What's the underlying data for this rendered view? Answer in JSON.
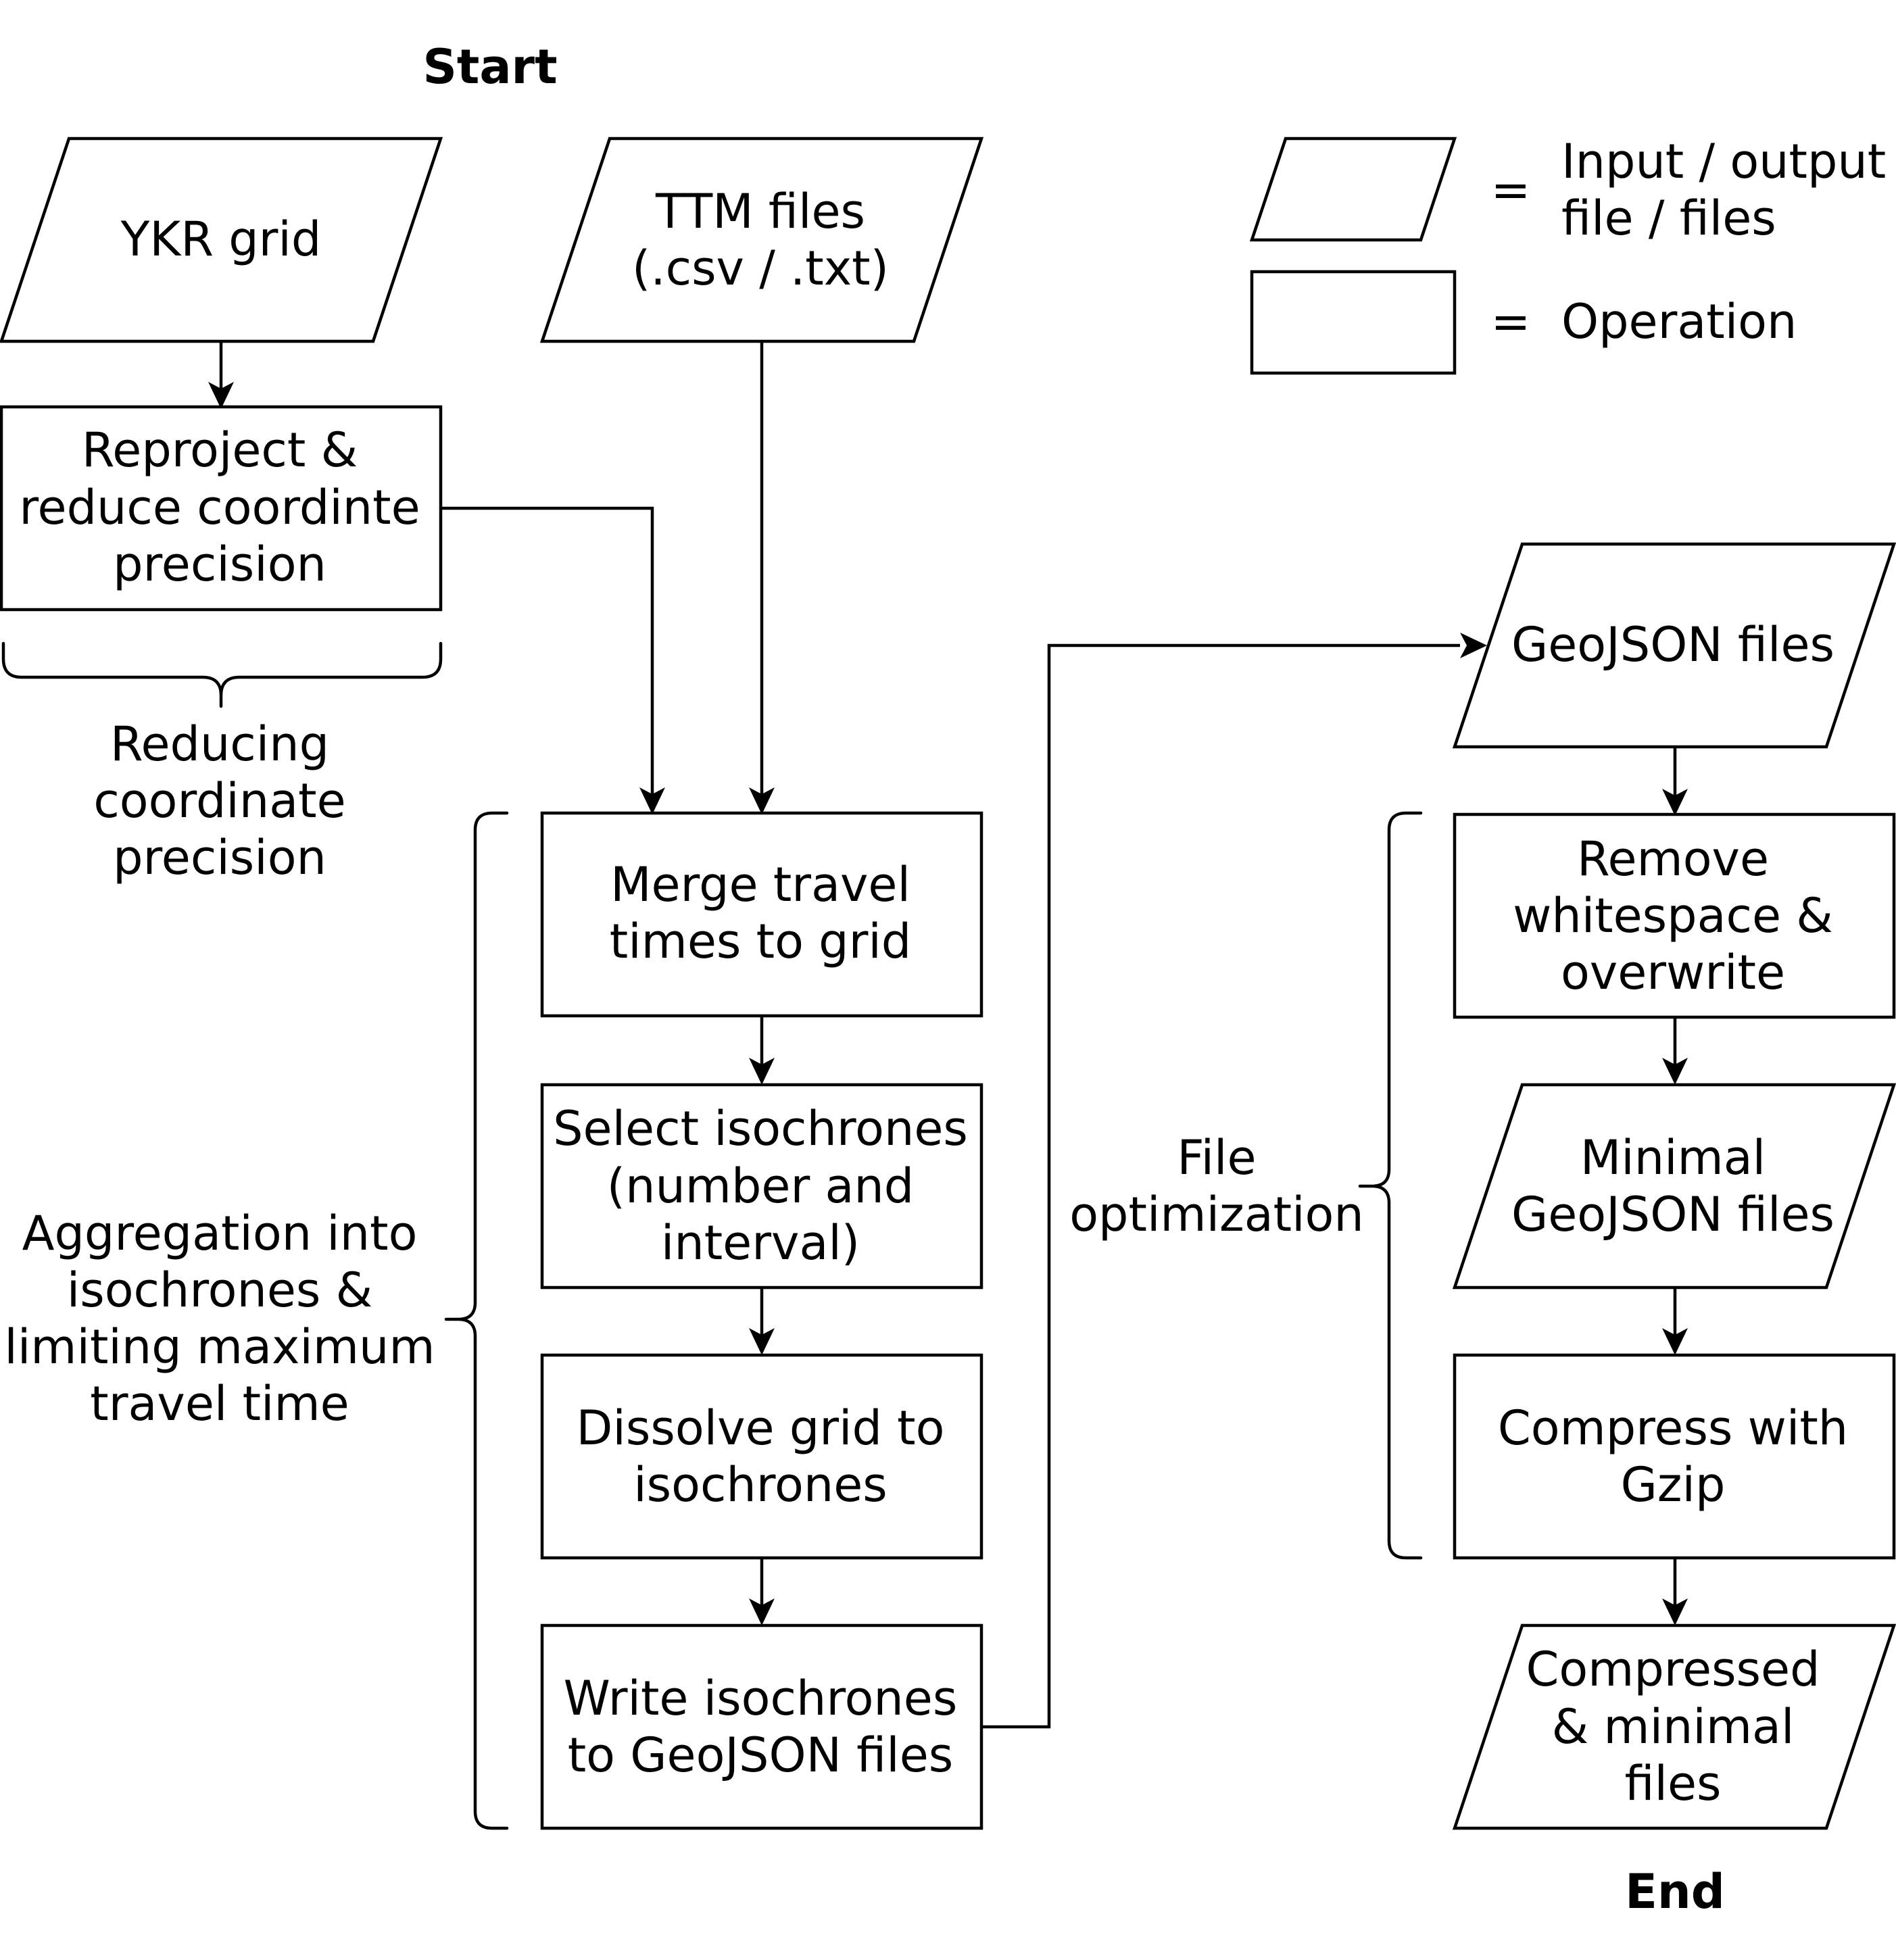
{
  "terminals": {
    "start": "Start",
    "end": "End"
  },
  "legend": {
    "eq_io": "=",
    "io_line1": "Input / output",
    "io_line2": "file / files",
    "eq_op": "=",
    "op_label": "Operation"
  },
  "nodes": {
    "ykr_grid": {
      "kind": "input-output",
      "lines": [
        "YKR grid"
      ]
    },
    "ttm_files": {
      "kind": "input-output",
      "lines": [
        "TTM files",
        "(.csv / .txt)"
      ]
    },
    "reproject": {
      "kind": "operation",
      "lines": [
        "Reproject &",
        "reduce coordinte",
        "precision"
      ]
    },
    "merge": {
      "kind": "operation",
      "lines": [
        "Merge travel",
        "times to grid"
      ]
    },
    "select_iso": {
      "kind": "operation",
      "lines": [
        "Select isochrones",
        "(number and",
        "interval)"
      ]
    },
    "dissolve": {
      "kind": "operation",
      "lines": [
        "Dissolve grid to",
        "isochrones"
      ]
    },
    "write_geojson": {
      "kind": "operation",
      "lines": [
        "Write isochrones",
        "to GeoJSON files"
      ]
    },
    "geojson_files": {
      "kind": "input-output",
      "lines": [
        "GeoJSON files"
      ]
    },
    "remove_ws": {
      "kind": "operation",
      "lines": [
        "Remove",
        "whitespace &",
        "overwrite"
      ]
    },
    "minimal_geojson": {
      "kind": "input-output",
      "lines": [
        "Minimal",
        "GeoJSON files"
      ]
    },
    "compress_gzip": {
      "kind": "operation",
      "lines": [
        "Compress with",
        "Gzip"
      ]
    },
    "compressed_files": {
      "kind": "input-output",
      "lines": [
        "Compressed",
        "& minimal",
        "files"
      ]
    }
  },
  "groups": {
    "reducing": [
      "Reducing",
      "coordinate",
      "precision"
    ],
    "aggregation": [
      "Aggregation into",
      "isochrones &",
      "limiting maximum",
      "travel time"
    ],
    "file_opt": [
      "File",
      "optimization"
    ]
  },
  "edges": [
    [
      "ykr_grid",
      "reproject"
    ],
    [
      "reproject",
      "merge"
    ],
    [
      "ttm_files",
      "merge"
    ],
    [
      "merge",
      "select_iso"
    ],
    [
      "select_iso",
      "dissolve"
    ],
    [
      "dissolve",
      "write_geojson"
    ],
    [
      "write_geojson",
      "geojson_files"
    ],
    [
      "geojson_files",
      "remove_ws"
    ],
    [
      "remove_ws",
      "minimal_geojson"
    ],
    [
      "minimal_geojson",
      "compress_gzip"
    ],
    [
      "compress_gzip",
      "compressed_files"
    ]
  ]
}
